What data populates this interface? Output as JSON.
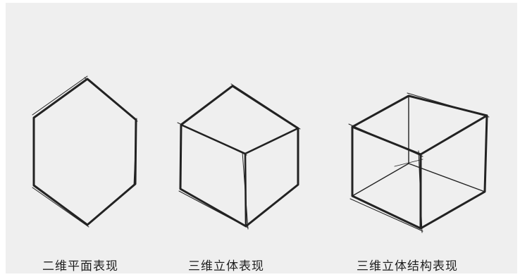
{
  "figure": {
    "background_color": "#efefef",
    "stroke_color": "#222222",
    "captions": {
      "flat": "二维平面表现",
      "solid": "三维立体表现",
      "structure": "三维立体结构表现"
    }
  }
}
